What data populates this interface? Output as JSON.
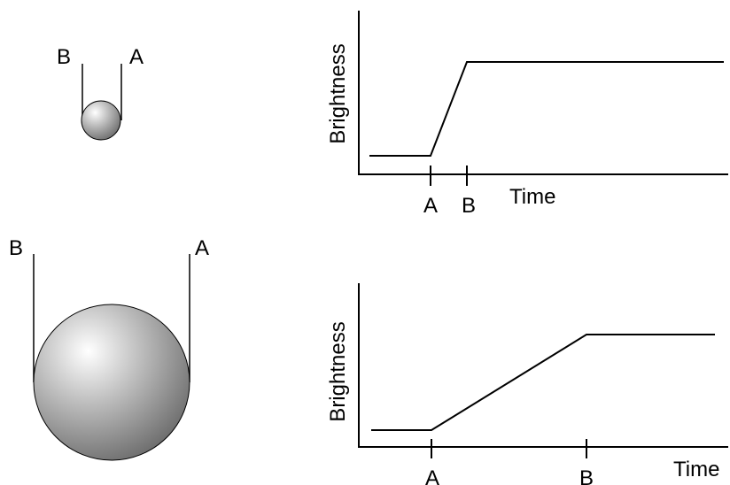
{
  "colors": {
    "background": "#ffffff",
    "ink": "#000000",
    "sphere_highlight": "#ffffff",
    "sphere_mid": "#bdbdbd",
    "sphere_shadow": "#6e6e6e"
  },
  "small_star": {
    "label_b": "B",
    "label_a": "A"
  },
  "large_star": {
    "label_b": "B",
    "label_a": "A"
  },
  "chart_data": [
    {
      "type": "line",
      "ylabel": "Brightness",
      "xlabel": "Time",
      "tick_labels": [
        "A",
        "B"
      ]
    },
    {
      "type": "line",
      "ylabel": "Brightness",
      "xlabel": "Time",
      "tick_labels": [
        "A",
        "B"
      ]
    }
  ]
}
